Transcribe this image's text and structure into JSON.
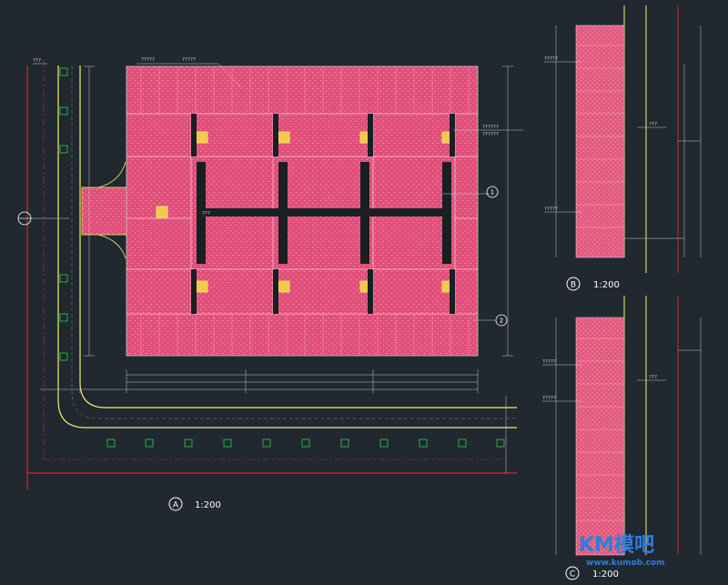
{
  "colors": {
    "background": "#212830",
    "paving": "#e0507a",
    "paving_light": "#ec8aa8",
    "curb": "#f2ee6a",
    "redline": "#d8222a",
    "dim": "#c8c8c8",
    "planter": "#1f9a3a",
    "dark_strip": "#1a1f24",
    "watermark": "#2a7fe0"
  },
  "views": {
    "a": {
      "marker": "A",
      "scale": "1:200"
    },
    "b": {
      "marker": "B",
      "scale": "1:200"
    },
    "c": {
      "marker": "C",
      "scale": "1:200"
    }
  },
  "section_markers": {
    "one": "1",
    "two": "2"
  },
  "annotations": {
    "top_left": "???",
    "plan_top_1": "?????",
    "plan_top_2": "?????",
    "plan_right_1": "??????",
    "plan_right_2": "??????",
    "plan_center": "???",
    "b_label_1": "?????",
    "b_label_2": "?????",
    "b_label_3": "???",
    "c_label_1": "?????",
    "c_label_2": "?????",
    "c_label_3": "???"
  },
  "watermark": {
    "brand": "KM模吧",
    "url": "www.kumob.com"
  }
}
